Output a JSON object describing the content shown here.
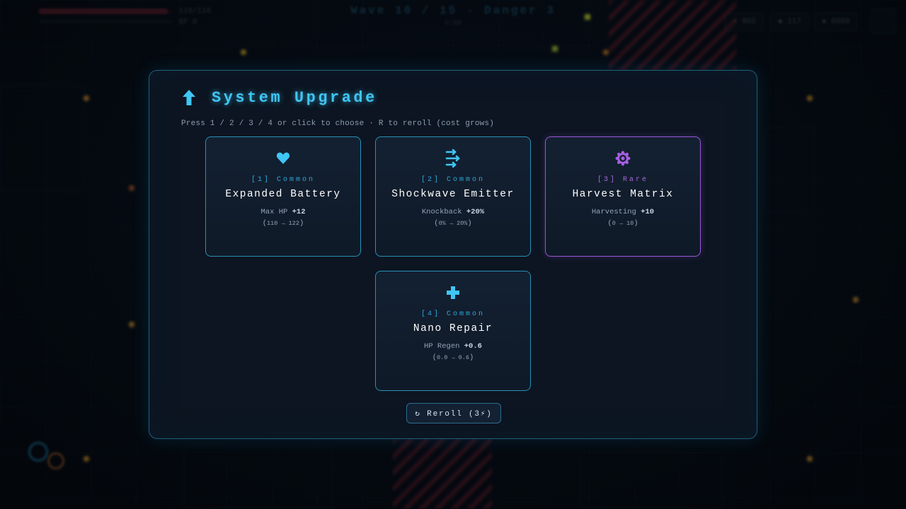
{
  "hud": {
    "hp_label": "110/110",
    "sub_label": "XP 0",
    "wave_title": "Wave 10 / 15 · Danger 3",
    "wave_sub": "0:00",
    "resources": [
      "⚡ 992",
      "◆ 117",
      "◈ 0000"
    ],
    "hp_fraction": 0.97
  },
  "modal": {
    "icon": "up-arrow-icon",
    "title": "System Upgrade",
    "hint": "Press 1 / 2 / 3 / 4 or click to choose · R to reroll (cost grows)"
  },
  "cards": [
    {
      "icon": "heart-icon",
      "icon_color": "#3fc6f5",
      "tag": "[1] Common",
      "rarity": "common",
      "name": "Expanded Battery",
      "stat_label": "Max HP",
      "stat_value": "+12",
      "range_from": "110",
      "range_to": "122"
    },
    {
      "icon": "shockwave-icon",
      "icon_color": "#3fc6f5",
      "tag": "[2] Common",
      "rarity": "common",
      "name": "Shockwave Emitter",
      "stat_label": "Knockback",
      "stat_value": "+20%",
      "range_from": "0%",
      "range_to": "20%"
    },
    {
      "icon": "gear-icon",
      "icon_color": "#a55ee0",
      "tag": "[3] Rare",
      "rarity": "rare",
      "name": "Harvest Matrix",
      "stat_label": "Harvesting",
      "stat_value": "+10",
      "range_from": "0",
      "range_to": "10"
    },
    {
      "icon": "plus-icon",
      "icon_color": "#3fc6f5",
      "tag": "[4] Common",
      "rarity": "common",
      "name": "Nano Repair",
      "stat_label": "HP Regen",
      "stat_value": "+0.6",
      "range_from": "0.0",
      "range_to": "0.6"
    }
  ],
  "reroll": {
    "icon": "reroll-icon",
    "label": "↻ Reroll (3⚡)"
  },
  "colors": {
    "accent": "#3fc6f5",
    "rare": "#9a55d6",
    "hp": "#d8344a"
  }
}
